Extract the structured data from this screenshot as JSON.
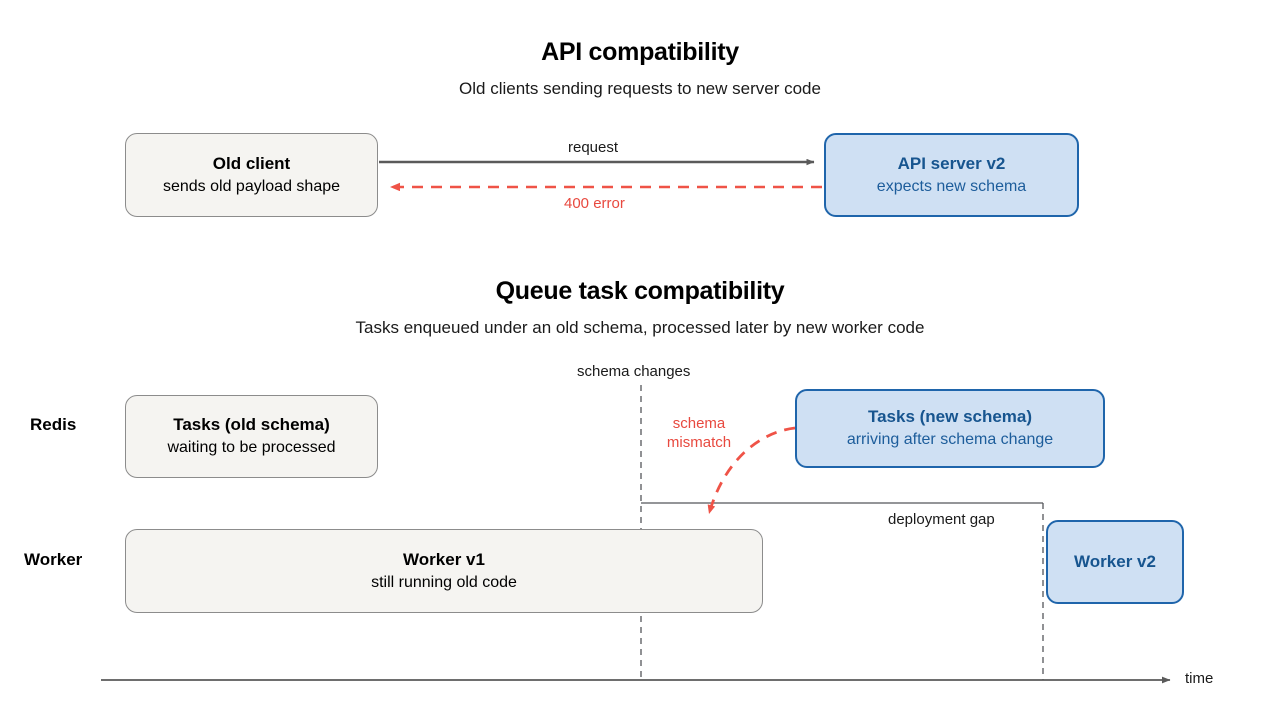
{
  "sections": [
    {
      "id": "api",
      "title": "API compatibility",
      "subtitle": "Old clients sending requests to new server code"
    },
    {
      "id": "queue",
      "title": "Queue task compatibility",
      "subtitle": "Tasks enqueued under an old schema, processed later by new worker code"
    }
  ],
  "api_section": {
    "old_client": {
      "title": "Old client",
      "sub": "sends old payload shape"
    },
    "api_server": {
      "title": "API server v2",
      "sub": "expects new schema"
    },
    "request_label": "request",
    "error_label": "400 error"
  },
  "queue_section": {
    "lanes": [
      {
        "label": "Redis"
      },
      {
        "label": "Worker"
      }
    ],
    "tasks_old": {
      "title": "Tasks (old schema)",
      "sub": "waiting to be processed"
    },
    "tasks_new": {
      "title": "Tasks (new schema)",
      "sub": "arriving after schema change"
    },
    "worker_v1": {
      "title": "Worker v1",
      "sub": "still running old code"
    },
    "worker_v2": {
      "title": "Worker v2",
      "sub": ""
    },
    "schema_changes_label": "schema changes",
    "schema_mismatch_label": "schema\nmismatch",
    "deployment_gap_label": "deployment gap",
    "time_axis_label": "time"
  },
  "colors": {
    "blue_fill": "#cfe0f3",
    "blue_stroke": "#1f65ab",
    "blue_text": "#1d5d9b",
    "gray_fill": "#f5f4f1",
    "gray_stroke": "#8c8c8c",
    "red": "#e8493f",
    "arrow_gray": "#5a5a5a",
    "text": "#111111"
  }
}
